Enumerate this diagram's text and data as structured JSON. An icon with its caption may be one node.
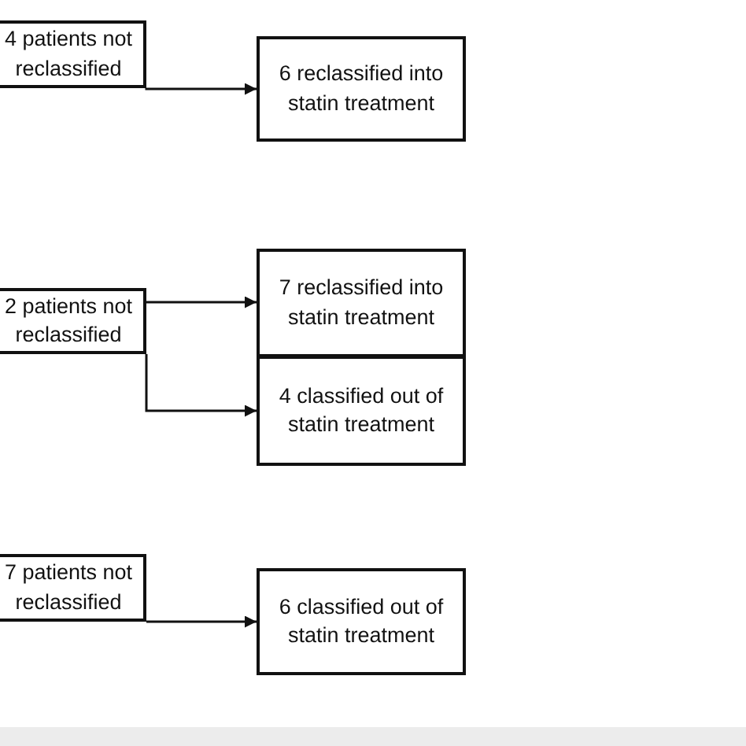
{
  "diagram": {
    "nodes": [
      {
        "text": [
          "4 patients not reclassified"
        ]
      },
      {
        "text": [
          "6 reclassified into statin treatment"
        ]
      },
      {
        "text": [
          "2 patients not reclassified"
        ]
      },
      {
        "text": [
          "7 reclassified into statin treatment"
        ]
      },
      {
        "text": [
          "4 classified out of statin treatment"
        ]
      },
      {
        "text": [
          "7 patients not reclassified"
        ]
      },
      {
        "text": [
          "6 classified out of statin treatment"
        ]
      }
    ],
    "edges": [
      {
        "from": 0,
        "to": 1,
        "arrow": "to"
      },
      {
        "from": 2,
        "to": 3,
        "arrow": "to"
      },
      {
        "from": 2,
        "to": 4,
        "arrow": "to"
      },
      {
        "from": 5,
        "to": 6,
        "arrow": "to"
      }
    ]
  }
}
